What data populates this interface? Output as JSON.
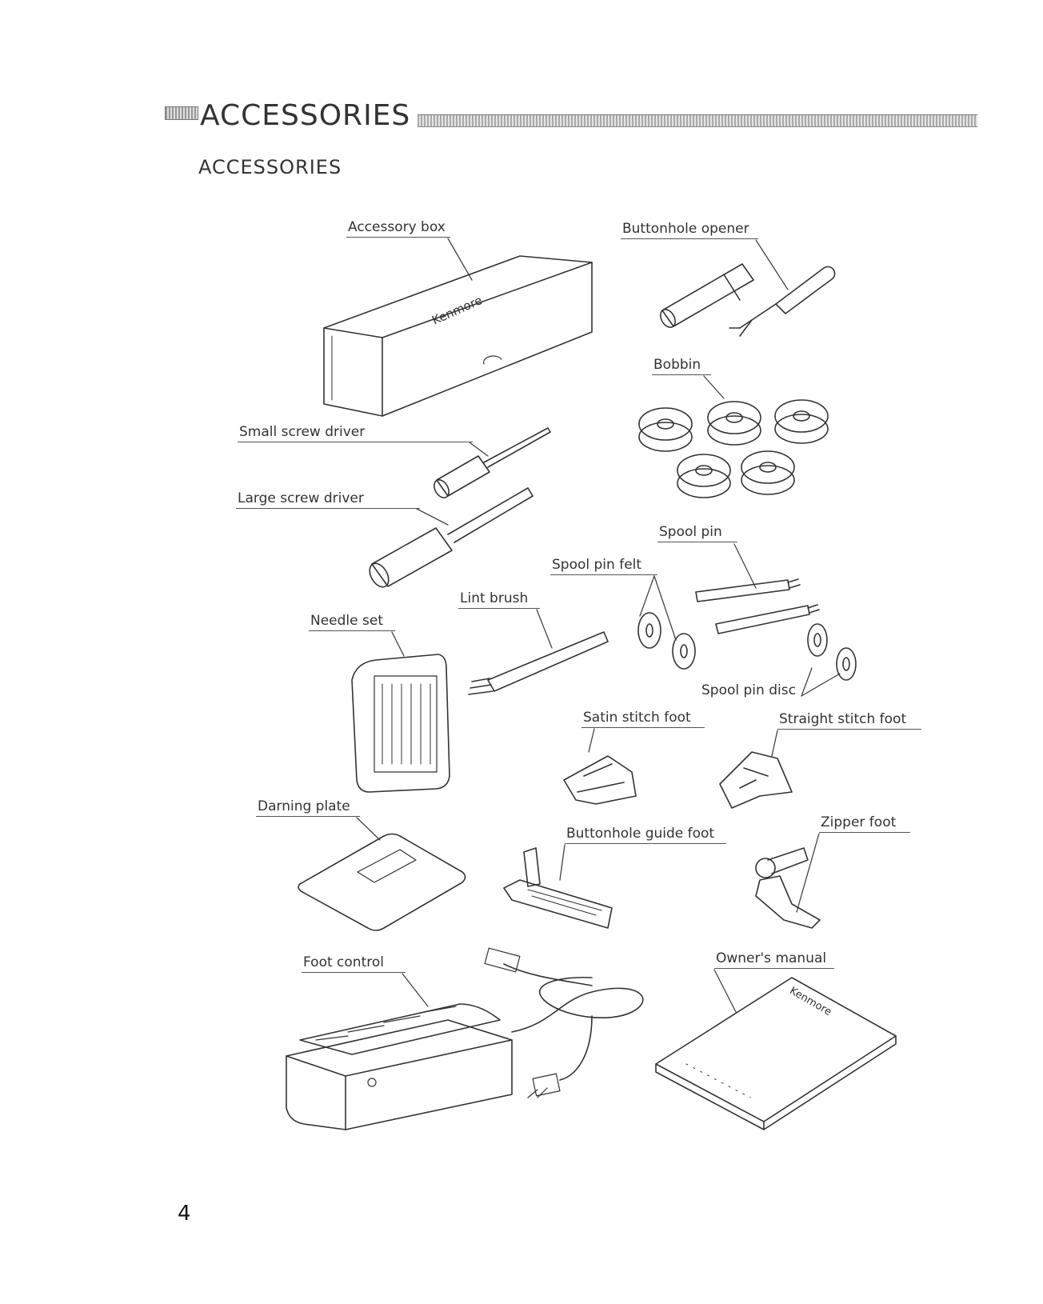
{
  "header": {
    "title": "ACCESSORIES",
    "subtitle": "ACCESSORIES"
  },
  "labels": {
    "accessory_box": "Accessory box",
    "buttonhole_opener": "Buttonhole opener",
    "bobbin": "Bobbin",
    "small_screw_driver": "Small screw driver",
    "large_screw_driver": "Large screw driver",
    "spool_pin": "Spool pin",
    "spool_pin_felt": "Spool pin felt",
    "lint_brush": "Lint brush",
    "needle_set": "Needle set",
    "spool_pin_disc": "Spool pin disc",
    "satin_stitch_foot": "Satin stitch foot",
    "straight_stitch_foot": "Straight stitch foot",
    "darning_plate": "Darning plate",
    "buttonhole_guide_foot": "Buttonhole guide foot",
    "zipper_foot": "Zipper foot",
    "foot_control": "Foot control",
    "owners_manual": "Owner's manual"
  },
  "brand": {
    "box_logo": "Kenmore",
    "manual_logo": "Kenmore"
  },
  "page_number": "4"
}
